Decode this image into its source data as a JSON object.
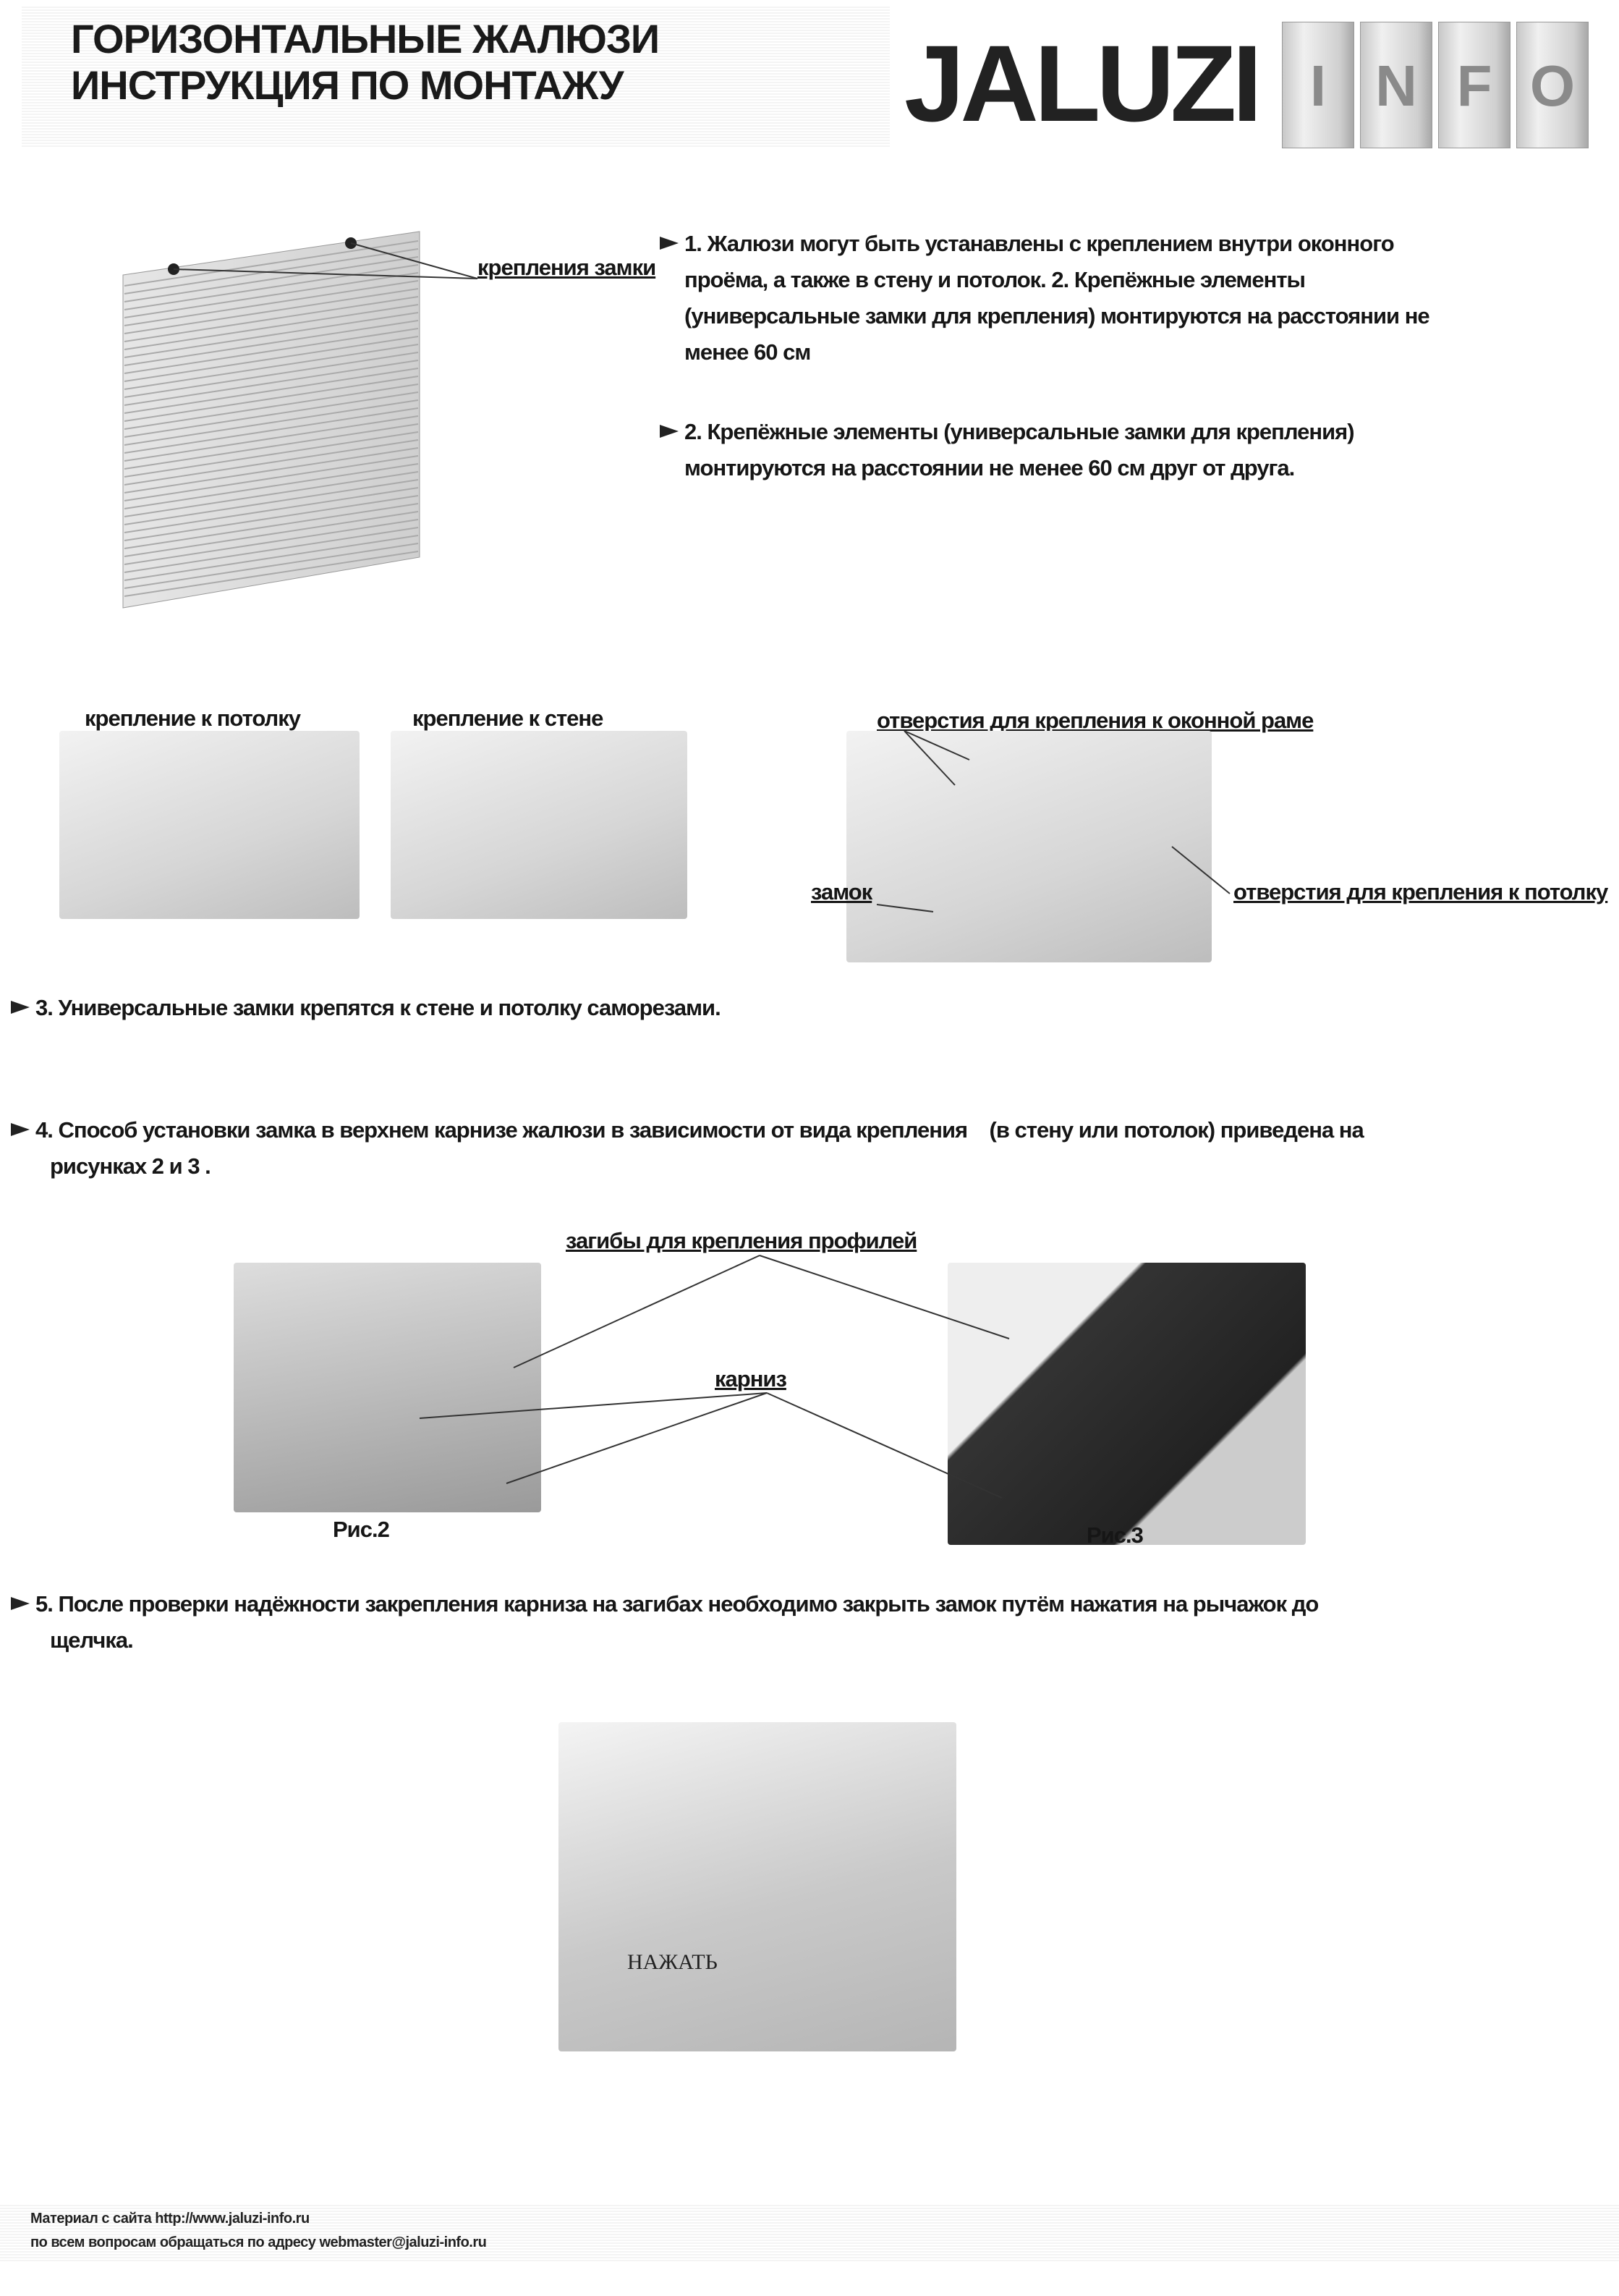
{
  "header": {
    "title_line1": "ГОРИЗОНТАЛЬНЫЕ ЖАЛЮЗИ",
    "title_line2": "ИНСТРУКЦИЯ ПО МОНТАЖУ",
    "logo_main": "JALUZI",
    "logo_tiles": [
      "I",
      "N",
      "F",
      "O"
    ]
  },
  "section1": {
    "label_locks": "крепления замки",
    "step1": [
      "1. Жалюзи могут быть устанавлены с креплением внутри оконного",
      "проёма, а также в стену и  потолок. 2. Крепёжные элементы",
      "(универсальные замки для крепления) монтируются на расстоянии не",
      "менее 60 см"
    ],
    "step2": [
      "2. Крепёжные элементы (универсальные замки для крепления)",
      "монтируются на расстоянии не менее 60 см друг от друга."
    ]
  },
  "section2": {
    "label_ceiling": "крепление к потолку",
    "label_wall": "крепление к стене",
    "label_frame_holes": "отверстия для крепления к оконной раме",
    "label_lock": "замок",
    "label_ceiling_holes": "отверстия для крепления к потолку"
  },
  "step3": "3. Универсальные замки крепятся к стене и потолку саморезами.",
  "step4": [
    "4. Способ установки замка в верхнем карнизе жалюзи в зависимости от вида крепления    (в стену или потолок) приведена на",
    "рисунках 2 и 3 ."
  ],
  "figures": {
    "label_bends": "загибы для крепления профилей",
    "label_cornice": "карниз",
    "fig2": "Рис.2",
    "fig3": "Рис.3"
  },
  "step5": [
    "5. После проверки надёжности закрепления карниза на загибах необходимо закрыть замок путём нажатия на рычажок до",
    "щелчка."
  ],
  "press_label": "НАЖАТЬ",
  "footer": {
    "line1": "Материал с сайта http://www.jaluzi-info.ru",
    "line2": "по всем вопросам обращаться по адресу webmaster@jaluzi-info.ru"
  }
}
